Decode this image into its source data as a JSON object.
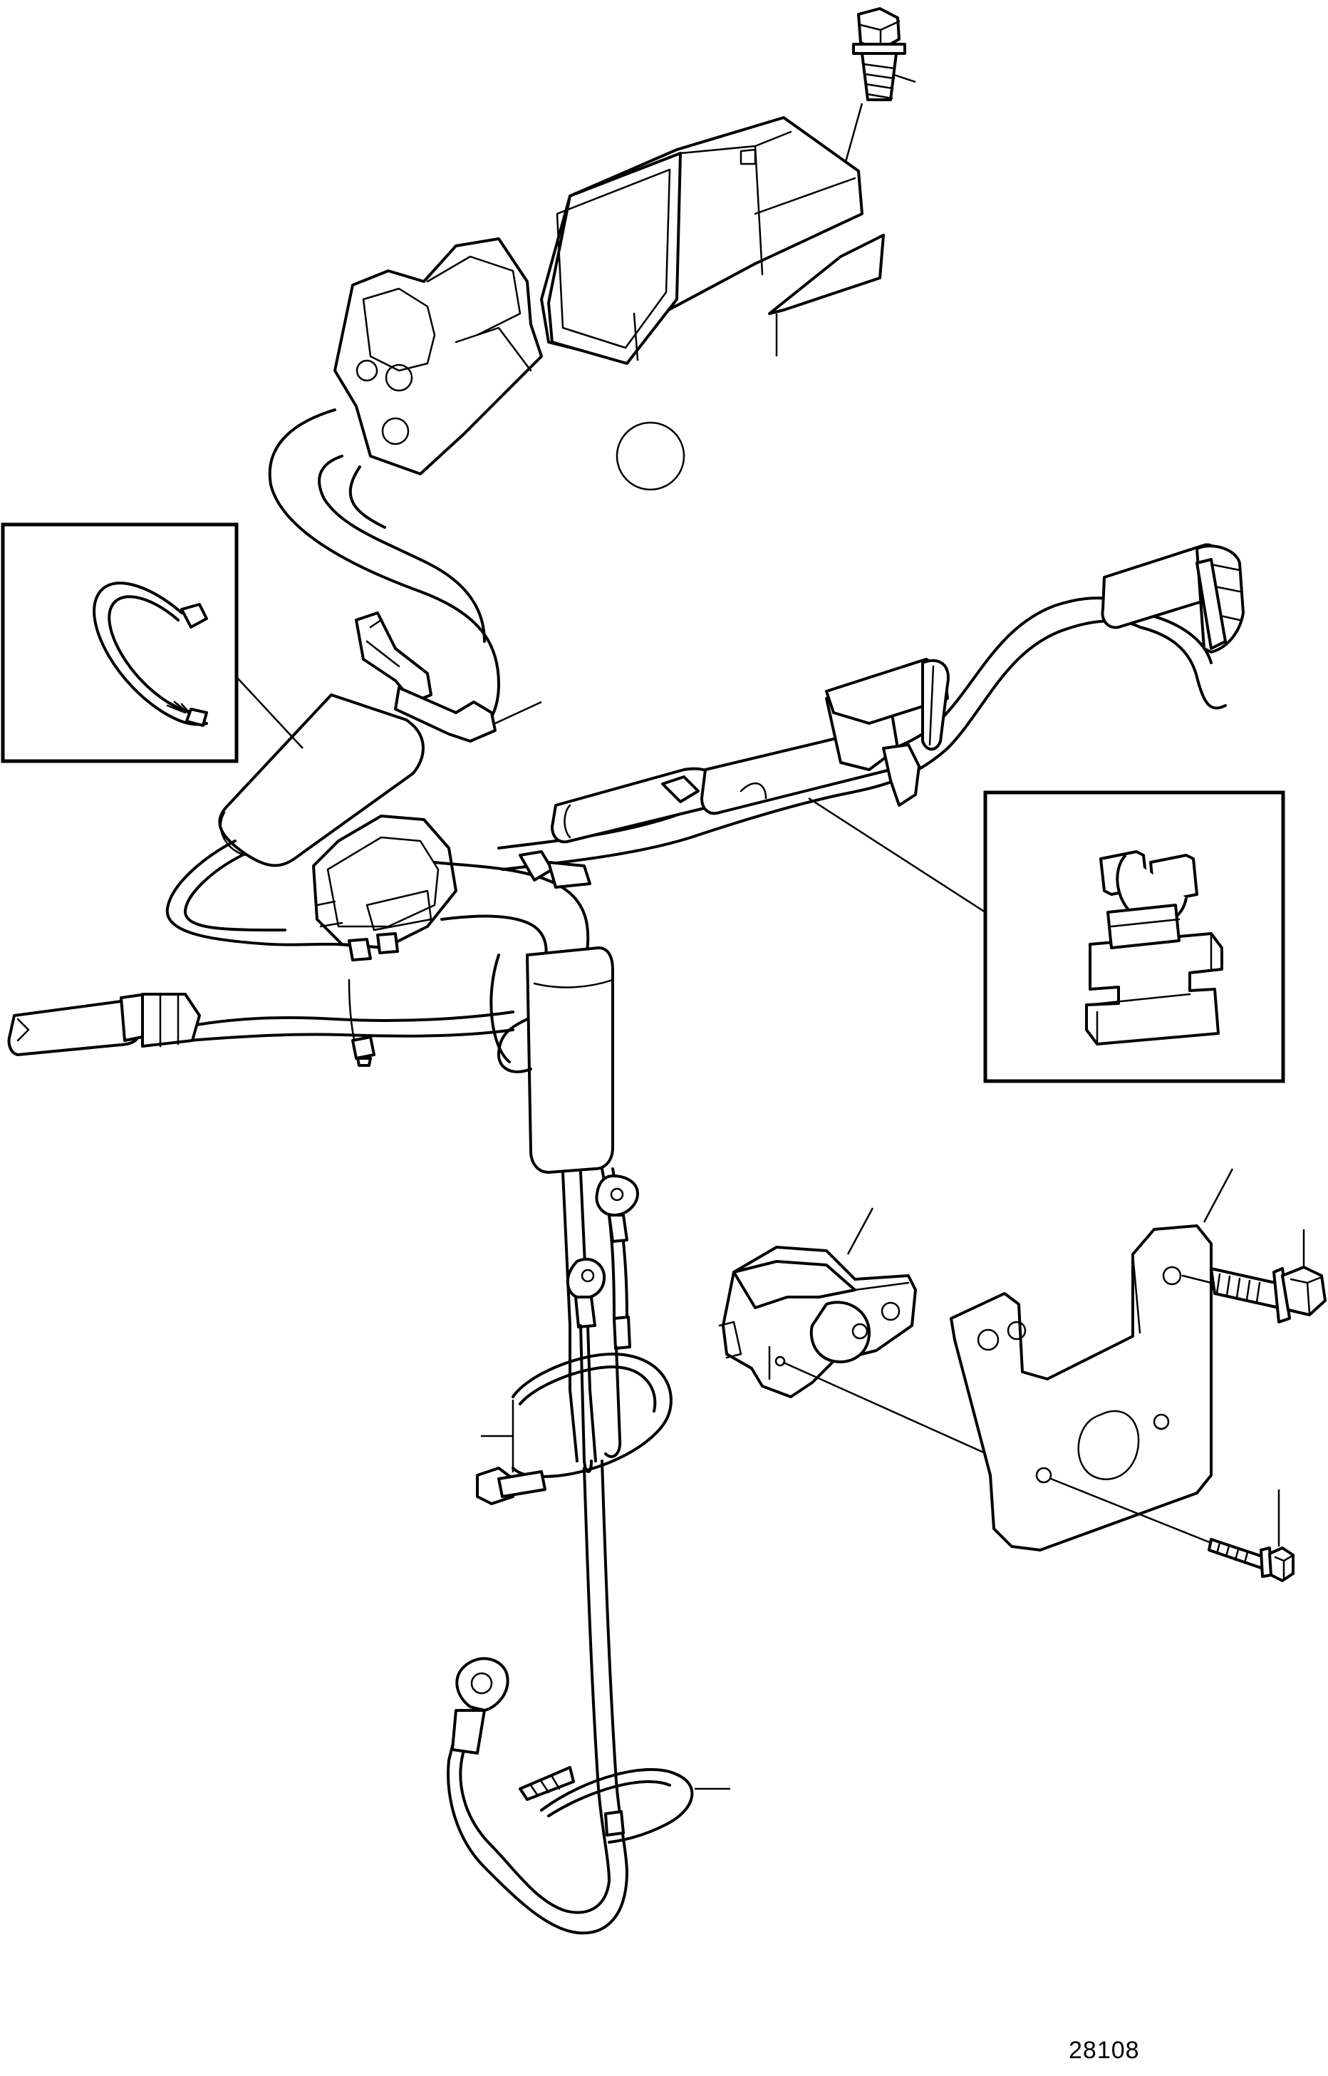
{
  "figure": {
    "number": "28108"
  },
  "parts": [
    {
      "name": "screw-top"
    },
    {
      "name": "relay-socket"
    },
    {
      "name": "relay"
    },
    {
      "name": "plug-round"
    },
    {
      "name": "cable-tie-detail"
    },
    {
      "name": "cable-tie-upper"
    },
    {
      "name": "clip-detail"
    },
    {
      "name": "cable-harness"
    },
    {
      "name": "sensor"
    },
    {
      "name": "bracket"
    },
    {
      "name": "screw-right-upper"
    },
    {
      "name": "screw-right-lower"
    },
    {
      "name": "cable-tie-middle"
    },
    {
      "name": "cable-tie-lower"
    }
  ]
}
